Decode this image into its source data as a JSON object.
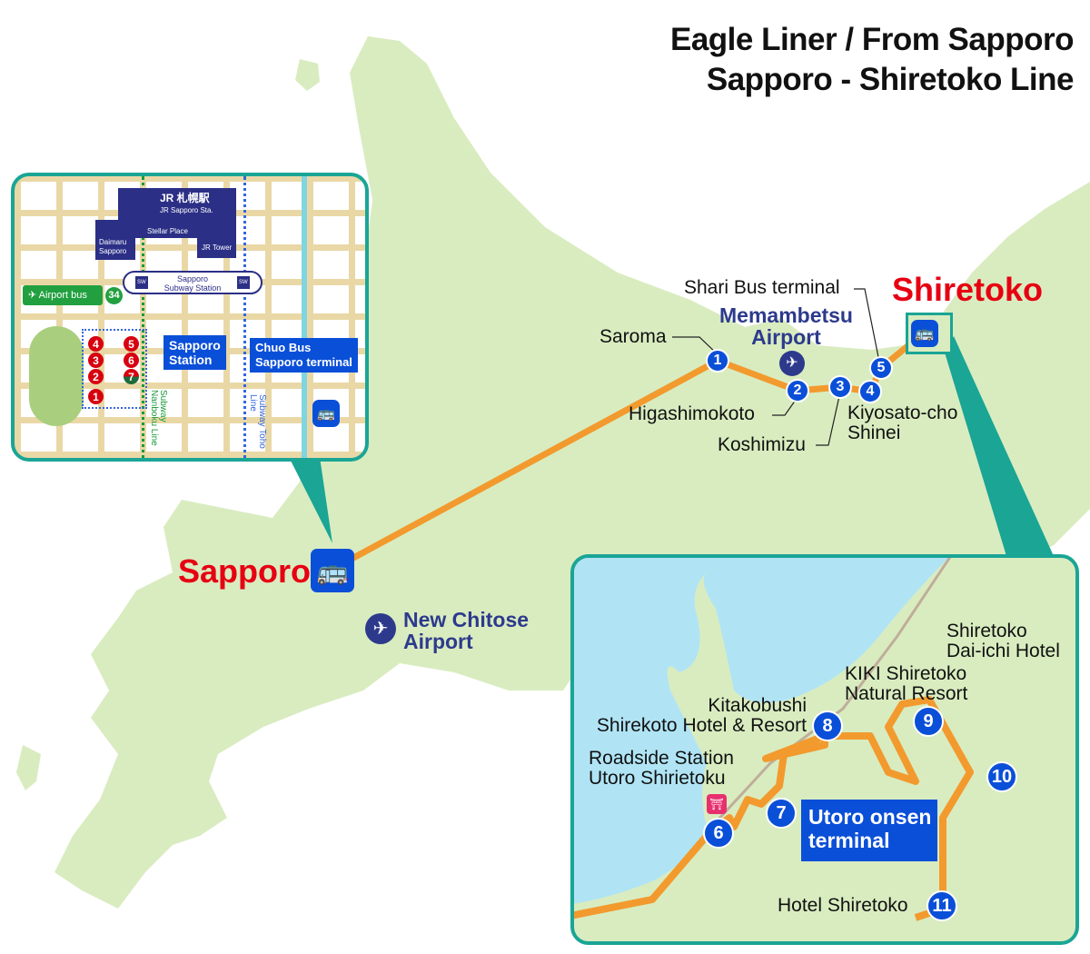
{
  "title": {
    "line1": "Eagle Liner / From Sapporo",
    "line2": "Sapporo - Shiretoko Line"
  },
  "colors": {
    "land": "#d9ecc0",
    "sea": "#b0e4f5",
    "route": "#f29a2e",
    "stop": "#0a4fd8",
    "frame": "#1aa595",
    "city": "#e60012",
    "airport": "#2d3a8c"
  },
  "cities": {
    "origin": "Sapporo",
    "destination": "Shiretoko"
  },
  "airports": {
    "memanbetsu": "Memambetsu Airport",
    "new_chitose_1": "New Chitose",
    "new_chitose_2": "Airport"
  },
  "main_stops": [
    {
      "num": "1",
      "name": "Saroma"
    },
    {
      "num": "2",
      "name": "Higashimokoto"
    },
    {
      "num": "3",
      "name": "Koshimizu"
    },
    {
      "num": "4",
      "name": "Kiyosato-cho Shinei"
    },
    {
      "num": "5",
      "name": "Shari Bus terminal"
    }
  ],
  "memanbetsu_lines": [
    "Memambetsu",
    "Airport"
  ],
  "kiyosato_lines": [
    "Kiyosato-cho",
    "Shinei"
  ],
  "shiretoko_inset": {
    "stops": [
      {
        "num": "6",
        "lines": [
          "Roadside Station",
          "Utoro Shirietoku"
        ]
      },
      {
        "num": "7",
        "lines": [
          "Utoro onsen",
          "terminal"
        ]
      },
      {
        "num": "8",
        "lines": [
          "Kitakobushi",
          "Shirekoto Hotel & Resort"
        ]
      },
      {
        "num": "9",
        "lines": [
          "KIKI Shiretoko",
          "Natural Resort"
        ]
      },
      {
        "num": "10",
        "lines": [
          "Shiretoko",
          "Dai-ichi Hotel"
        ]
      },
      {
        "num": "11",
        "lines": [
          "Hotel Shiretoko"
        ]
      }
    ]
  },
  "sapporo_inset": {
    "jr_station_jp": "JR 札幌駅",
    "jr_station_en": "JR Sapporo Sta.",
    "stellar_place": "Stellar Place",
    "daimaru": [
      "Daimaru",
      "Sapporo"
    ],
    "jr_tower": "JR Tower",
    "subway_station": [
      "Sapporo",
      "Subway Station"
    ],
    "sw": "SW",
    "airport_bus": "Airport bus",
    "airport_bus_num": "34",
    "platforms_left": [
      "4",
      "3",
      "2",
      "1"
    ],
    "platforms_right": [
      "5",
      "6",
      "7"
    ],
    "sapporo_station": [
      "Sapporo",
      "Station"
    ],
    "chuo_bus": [
      "Chuo Bus",
      "Sapporo terminal"
    ],
    "nanboku": "Subway Nanboku Line",
    "toho": "Subway Toho Line"
  }
}
